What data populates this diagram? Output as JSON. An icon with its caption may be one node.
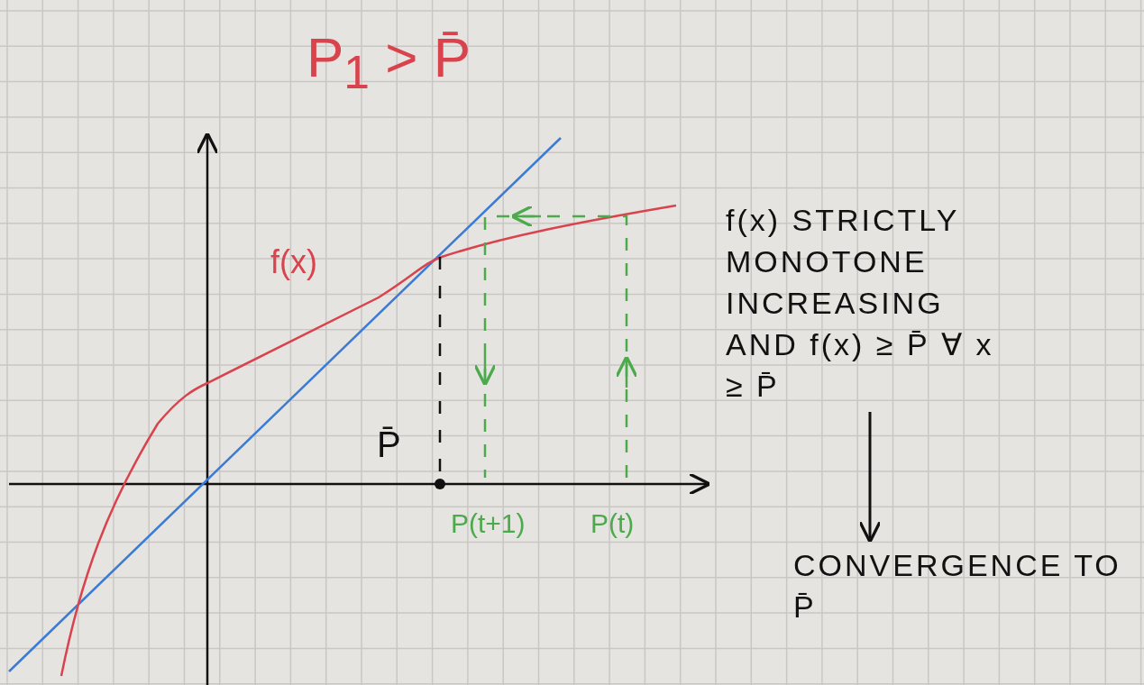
{
  "diagram": {
    "title": "P$_{1}$ > P̄",
    "nodes": [
      {
        "text": [
          "f(x) STRICTLY MONOTONE INCREASING AND f(x) ≥ P̄ ∀ x ≥ P̄"
        ]
      },
      {
        "text": [
          "CONVERGENCE TO P̄"
        ]
      }
    ],
    "edges": [
      {
        "from": 0,
        "to": 1,
        "arrow": "to"
      }
    ],
    "labels": [
      "f(x)",
      "P̄",
      "P(t+1)",
      "P(t)"
    ]
  }
}
